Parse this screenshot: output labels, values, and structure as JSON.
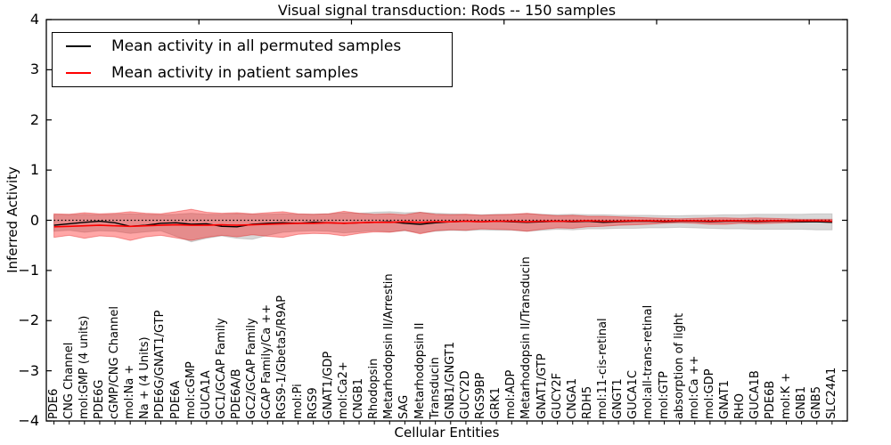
{
  "chart_data": {
    "type": "line",
    "title": "Visual signal transduction: Rods -- 150 samples",
    "xlabel": "Cellular Entities",
    "ylabel": "Inferred Activity",
    "xlim": [
      0,
      52.5
    ],
    "ylim": [
      -4,
      4
    ],
    "y_ticks": [
      -4,
      -3,
      -2,
      -1,
      0,
      1,
      2,
      3,
      4
    ],
    "y_tick_labels": [
      "−4",
      "−3",
      "−2",
      "−1",
      "0",
      "1",
      "2",
      "3",
      "4"
    ],
    "x_major_ticks": [
      10,
      20,
      30,
      40,
      50
    ],
    "grid": false,
    "legend_position": "upper left",
    "zero_line": {
      "y": 0,
      "style": "dotted",
      "color": "#000000"
    },
    "categories": [
      "PDE6",
      "CNG Channel",
      "mol:GMP (4 units)",
      "PDE6G",
      "cGMP/CNG Channel",
      "mol:Na +",
      "Na + (4 Units)",
      "PDE6G/GNAT1/GTP",
      "PDE6A",
      "mol:cGMP",
      "GUCA1A",
      "GC1/GCAP Family",
      "PDE6A/B",
      "GC2/GCAP Family",
      "GCAP Family/Ca ++",
      "RGS9-1/Gbeta5/R9AP",
      "mol:Pi",
      "RGS9",
      "GNAT1/GDP",
      "mol:Ca2+",
      "CNGB1",
      "Rhodopsin",
      "Metarhodopsin II/Arrestin",
      "SAG",
      "Metarhodopsin II",
      "Transducin",
      "GNB1/GNGT1",
      "GUCY2D",
      "RGS9BP",
      "GRK1",
      "mol:ADP",
      "Metarhodopsin II/Transducin",
      "GNAT1/GTP",
      "GUCY2F",
      "CNGA1",
      "RDH5",
      "mol:11-cis-retinal",
      "GNGT1",
      "GUCA1C",
      "mol:all-trans-retinal",
      "mol:GTP",
      "absorption of light",
      "mol:Ca ++",
      "mol:GDP",
      "GNAT1",
      "RHO",
      "GUCA1B",
      "PDE6B",
      "mol:K +",
      "GNB1",
      "GNB5",
      "SLC24A1"
    ],
    "series": [
      {
        "name": "Mean activity in all permuted samples",
        "type": "line",
        "color": "#000000",
        "values": [
          -0.1,
          -0.07,
          -0.04,
          -0.02,
          -0.05,
          -0.12,
          -0.1,
          -0.06,
          -0.05,
          -0.08,
          -0.07,
          -0.12,
          -0.13,
          -0.08,
          -0.06,
          -0.05,
          -0.06,
          -0.04,
          -0.05,
          -0.06,
          -0.05,
          -0.04,
          -0.03,
          -0.06,
          -0.08,
          -0.05,
          -0.03,
          -0.02,
          -0.03,
          -0.02,
          -0.03,
          -0.04,
          -0.03,
          -0.02,
          -0.03,
          -0.02,
          -0.04,
          -0.03,
          -0.02,
          -0.02,
          -0.03,
          -0.02,
          -0.02,
          -0.03,
          -0.02,
          -0.02,
          -0.03,
          -0.02,
          -0.02,
          -0.03,
          -0.03,
          -0.04
        ]
      },
      {
        "name": "Mean activity in patient samples",
        "type": "line",
        "color": "#ff0000",
        "values": [
          -0.13,
          -0.12,
          -0.11,
          -0.1,
          -0.11,
          -0.12,
          -0.11,
          -0.1,
          -0.09,
          -0.1,
          -0.1,
          -0.09,
          -0.1,
          -0.09,
          -0.08,
          -0.07,
          -0.06,
          -0.06,
          -0.05,
          -0.06,
          -0.05,
          -0.04,
          -0.04,
          -0.03,
          -0.04,
          -0.03,
          -0.03,
          -0.02,
          -0.03,
          -0.02,
          -0.02,
          -0.03,
          -0.02,
          -0.02,
          -0.02,
          -0.01,
          -0.02,
          -0.02,
          -0.01,
          -0.01,
          -0.02,
          -0.01,
          -0.01,
          -0.02,
          -0.01,
          -0.01,
          -0.02,
          -0.01,
          -0.01,
          -0.01,
          -0.01,
          -0.02
        ]
      }
    ],
    "bands": [
      {
        "series": "Mean activity in all permuted samples",
        "color": "#999999",
        "opacity": 0.38,
        "upper": [
          0.11,
          0.11,
          0.12,
          0.11,
          0.12,
          0.13,
          0.12,
          0.11,
          0.12,
          0.14,
          0.12,
          0.12,
          0.13,
          0.12,
          0.12,
          0.13,
          0.12,
          0.12,
          0.13,
          0.15,
          0.14,
          0.16,
          0.17,
          0.15,
          0.16,
          0.14,
          0.13,
          0.12,
          0.11,
          0.12,
          0.12,
          0.13,
          0.12,
          0.11,
          0.12,
          0.11,
          0.11,
          0.1,
          0.1,
          0.1,
          0.09,
          0.09,
          0.1,
          0.1,
          0.11,
          0.11,
          0.12,
          0.12,
          0.12,
          0.12,
          0.13,
          0.13
        ],
        "lower": [
          -0.22,
          -0.2,
          -0.24,
          -0.21,
          -0.22,
          -0.26,
          -0.23,
          -0.21,
          -0.32,
          -0.43,
          -0.36,
          -0.31,
          -0.36,
          -0.38,
          -0.3,
          -0.24,
          -0.22,
          -0.21,
          -0.22,
          -0.25,
          -0.23,
          -0.21,
          -0.23,
          -0.21,
          -0.25,
          -0.22,
          -0.2,
          -0.21,
          -0.19,
          -0.2,
          -0.2,
          -0.22,
          -0.2,
          -0.18,
          -0.19,
          -0.17,
          -0.17,
          -0.16,
          -0.16,
          -0.15,
          -0.15,
          -0.14,
          -0.15,
          -0.16,
          -0.17,
          -0.17,
          -0.18,
          -0.18,
          -0.18,
          -0.18,
          -0.19,
          -0.19
        ]
      },
      {
        "series": "Mean activity in patient samples",
        "color": "#ff0000",
        "opacity": 0.35,
        "upper": [
          0.13,
          0.12,
          0.15,
          0.13,
          0.14,
          0.17,
          0.14,
          0.13,
          0.17,
          0.22,
          0.16,
          0.14,
          0.15,
          0.13,
          0.15,
          0.17,
          0.13,
          0.12,
          0.13,
          0.18,
          0.14,
          0.12,
          0.13,
          0.11,
          0.16,
          0.12,
          0.11,
          0.12,
          0.1,
          0.11,
          0.12,
          0.14,
          0.11,
          0.09,
          0.1,
          0.08,
          0.08,
          0.07,
          0.06,
          0.05,
          0.04,
          0.03,
          0.04,
          0.05,
          0.05,
          0.04,
          0.05,
          0.04,
          0.03,
          0.02,
          0.02,
          0.02
        ],
        "lower": [
          -0.34,
          -0.3,
          -0.36,
          -0.31,
          -0.33,
          -0.4,
          -0.33,
          -0.3,
          -0.35,
          -0.4,
          -0.34,
          -0.3,
          -0.33,
          -0.29,
          -0.32,
          -0.34,
          -0.28,
          -0.26,
          -0.27,
          -0.31,
          -0.26,
          -0.23,
          -0.24,
          -0.2,
          -0.27,
          -0.21,
          -0.19,
          -0.2,
          -0.17,
          -0.18,
          -0.19,
          -0.22,
          -0.18,
          -0.15,
          -0.16,
          -0.13,
          -0.12,
          -0.1,
          -0.09,
          -0.08,
          -0.06,
          -0.05,
          -0.06,
          -0.08,
          -0.08,
          -0.06,
          -0.07,
          -0.06,
          -0.05,
          -0.04,
          -0.03,
          -0.04
        ]
      }
    ]
  }
}
